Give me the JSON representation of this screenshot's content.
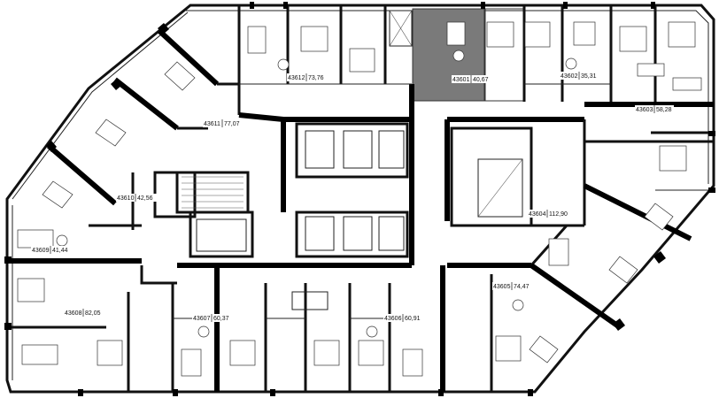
{
  "plan": {
    "highlight_color": "#7a7a7a",
    "apartments": [
      {
        "id": "43601",
        "area": "40,67",
        "highlighted": true
      },
      {
        "id": "43602",
        "area": "35,31"
      },
      {
        "id": "43603",
        "area": "58,28"
      },
      {
        "id": "43604",
        "area": "112,90"
      },
      {
        "id": "43605",
        "area": "74,47"
      },
      {
        "id": "43606",
        "area": "60,91"
      },
      {
        "id": "43607",
        "area": "60,37"
      },
      {
        "id": "43608",
        "area": "82,05"
      },
      {
        "id": "43609",
        "area": "41,44"
      },
      {
        "id": "43610",
        "area": "42,56"
      },
      {
        "id": "43611",
        "area": "77,07"
      },
      {
        "id": "43612",
        "area": "73,76"
      }
    ]
  }
}
